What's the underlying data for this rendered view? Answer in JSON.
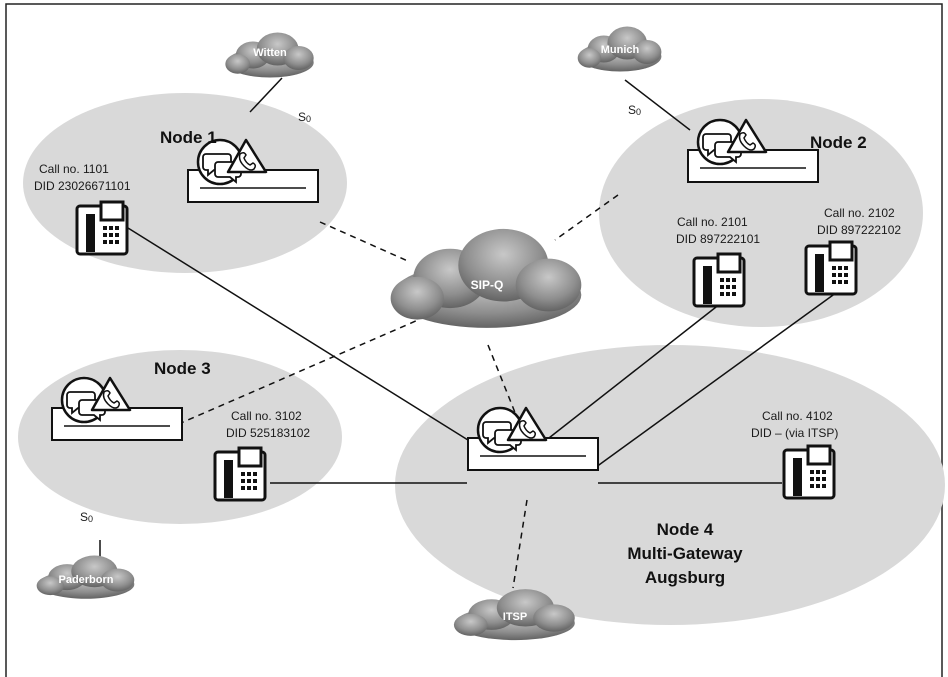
{
  "nodes": {
    "node1": {
      "title": "Node 1"
    },
    "node2": {
      "title": "Node 2"
    },
    "node3": {
      "title": "Node 3"
    },
    "node4": {
      "title_line1": "Node 4",
      "title_line2": "Multi-Gateway",
      "title_line3": "Augsburg"
    }
  },
  "clouds": {
    "witten": "Witten",
    "munich": "Munich",
    "paderborn": "Paderborn",
    "sipq": "SIP-Q",
    "itsp": "ITSP"
  },
  "links": {
    "s0_main": "S",
    "s0_sub": "0"
  },
  "phones": {
    "p1101": {
      "call": "Call no. 1101",
      "did": "DID 23026671101"
    },
    "p2101": {
      "call": "Call no. 2101",
      "did": "DID 897222101"
    },
    "p2102": {
      "call": "Call no. 2102",
      "did": "DID 897222102"
    },
    "p3102": {
      "call": "Call no. 3102",
      "did": "DID 525183102"
    },
    "p4102": {
      "call": "Call no. 4102",
      "did": "DID – (via ITSP)"
    }
  }
}
